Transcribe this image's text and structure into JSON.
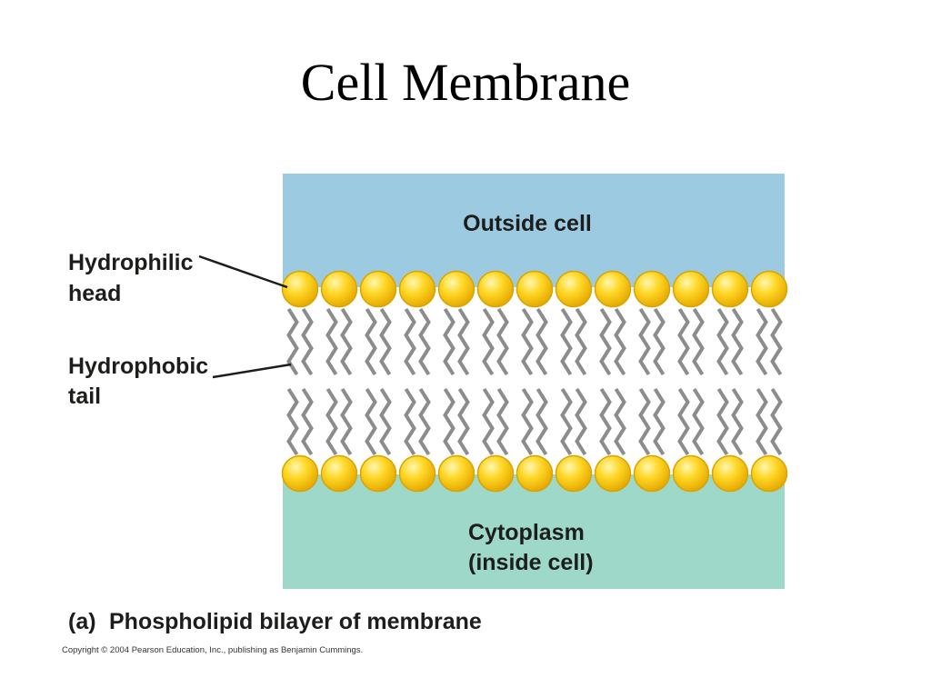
{
  "slide": {
    "title": "Cell Membrane"
  },
  "figure": {
    "outside_label": "Outside cell",
    "inside_label_line1": "Cytoplasm",
    "inside_label_line2": "(inside cell)",
    "head_label_line1": "Hydrophilic",
    "head_label_line2": "head",
    "tail_label_line1": "Hydrophobic",
    "tail_label_line2": "tail",
    "caption_marker": "(a)",
    "caption_text": "Phospholipid bilayer of membrane",
    "copyright": "Copyright © 2004 Pearson Education, Inc., publishing as Benjamin Cummings.",
    "heads_per_layer": 13,
    "colors": {
      "outside": "#9ccbe1",
      "inside": "#9ed8c8",
      "head_fill": "#ffd21a",
      "head_stroke": "#d9a400",
      "tail": "#8c8c8c",
      "leader_line": "#1d1d1b"
    }
  }
}
